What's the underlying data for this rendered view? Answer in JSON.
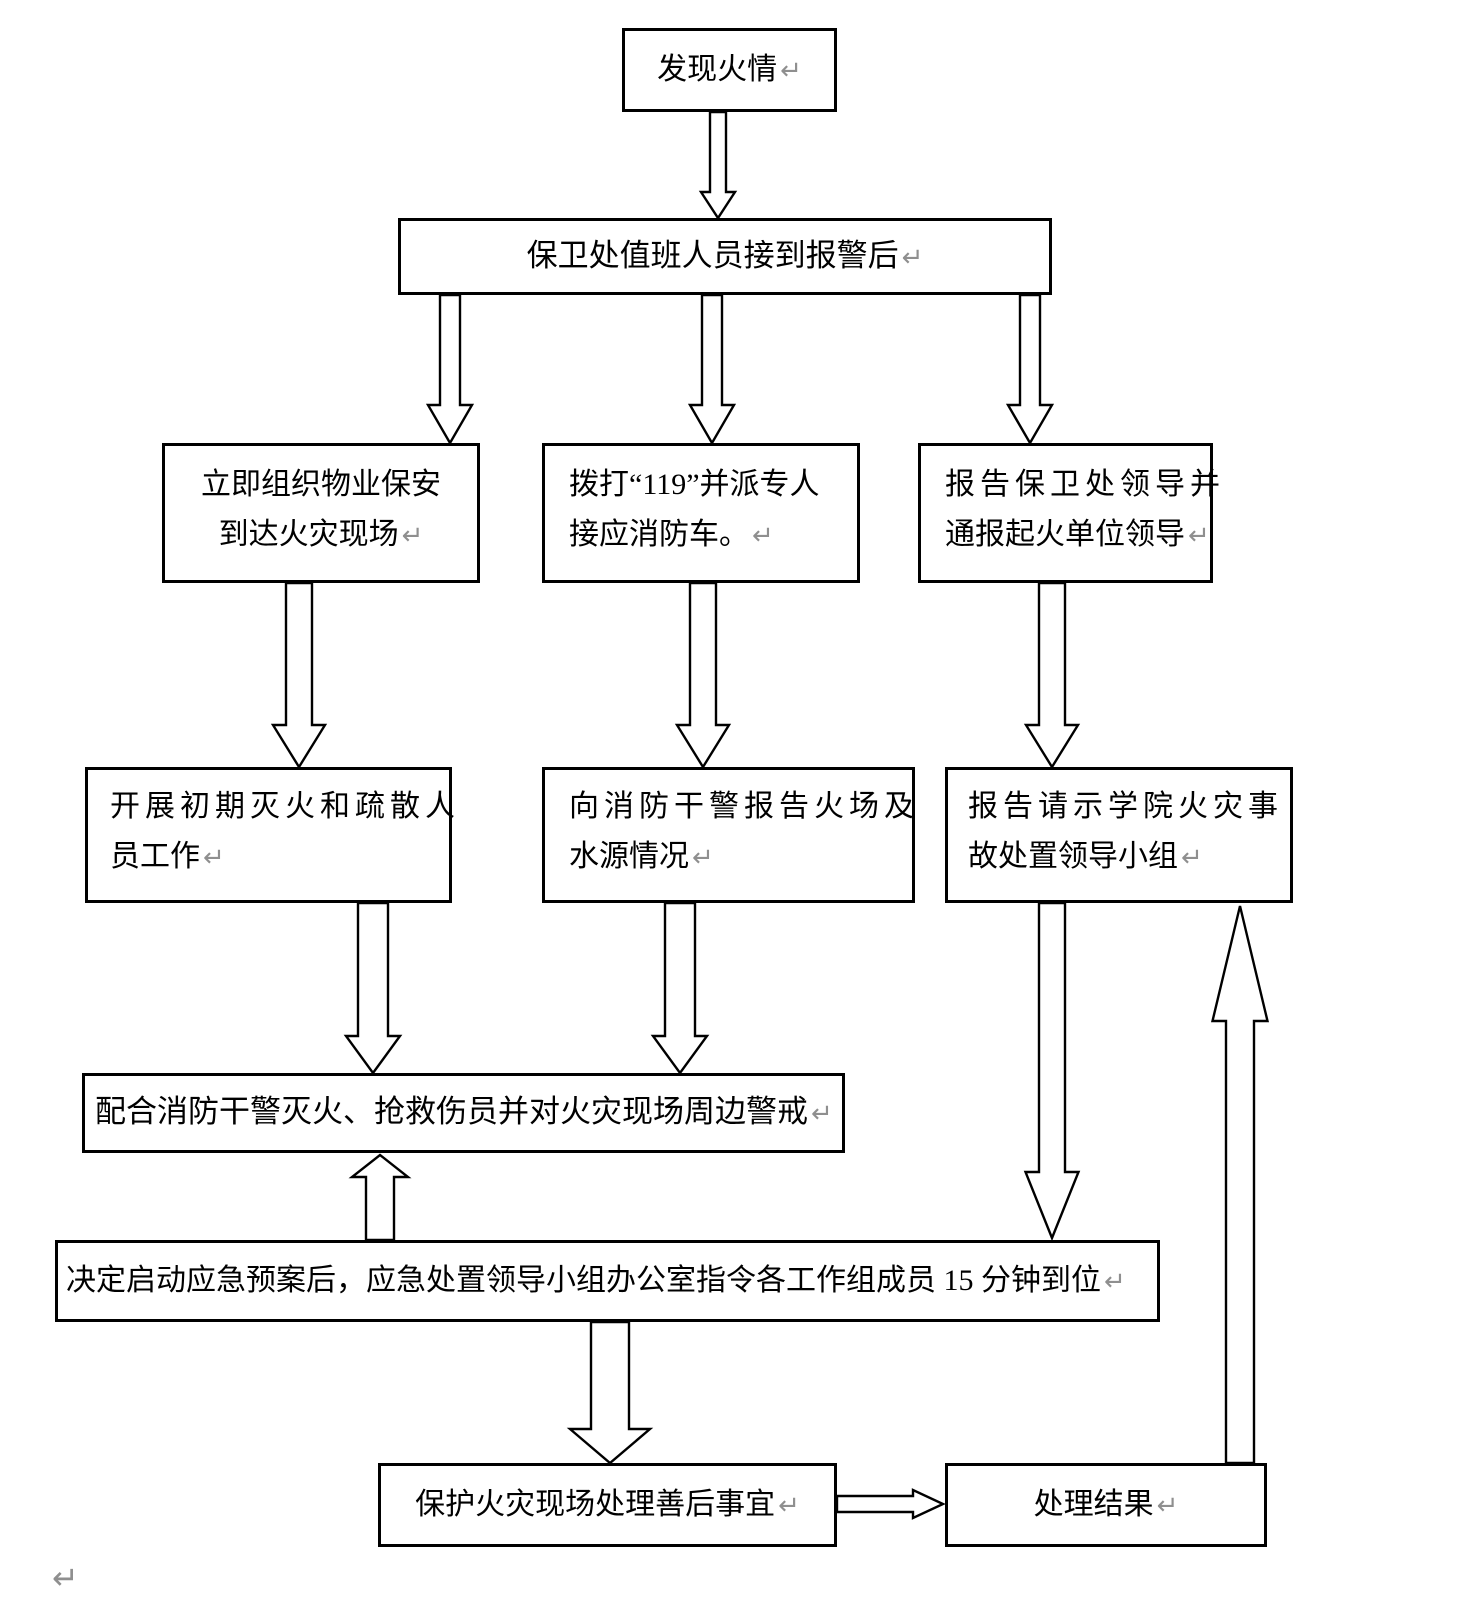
{
  "document": {
    "nodes": {
      "discover": {
        "text": "发现火情"
      },
      "duty": {
        "text": "保卫处值班人员接到报警后"
      },
      "organize": {
        "line1": "立即组织物业保安",
        "line2": "到达火灾现场"
      },
      "call119": {
        "line1": "拨打“119”并派专人",
        "line2": "接应消防车。"
      },
      "report_leaders": {
        "line1": "报告保卫处领导并",
        "line2": "通报起火单位领导"
      },
      "initial_work": {
        "line1": "开展初期灭火和疏散人",
        "line2": "员工作"
      },
      "inform_police": {
        "line1": "向消防干警报告火场及",
        "line2": "水源情况"
      },
      "report_group": {
        "line1": "报告请示学院火灾事",
        "line2": "故处置领导小组"
      },
      "cooperate": {
        "text": "配合消防干警灭火、抢救伤员并对火灾现场周边警戒"
      },
      "activate": {
        "text": "决定启动应急预案后，应急处置领导小组办公室指令各工作组成员 15 分钟到位"
      },
      "protect": {
        "text": "保护火灾现场处理善后事宜"
      },
      "result": {
        "text": "处理结果"
      }
    },
    "marks": {
      "paragraph_return": "↵"
    },
    "colors": {
      "line": "#000000",
      "text": "#000000",
      "return_mark": "#8f8f8f",
      "background": "#ffffff"
    }
  }
}
